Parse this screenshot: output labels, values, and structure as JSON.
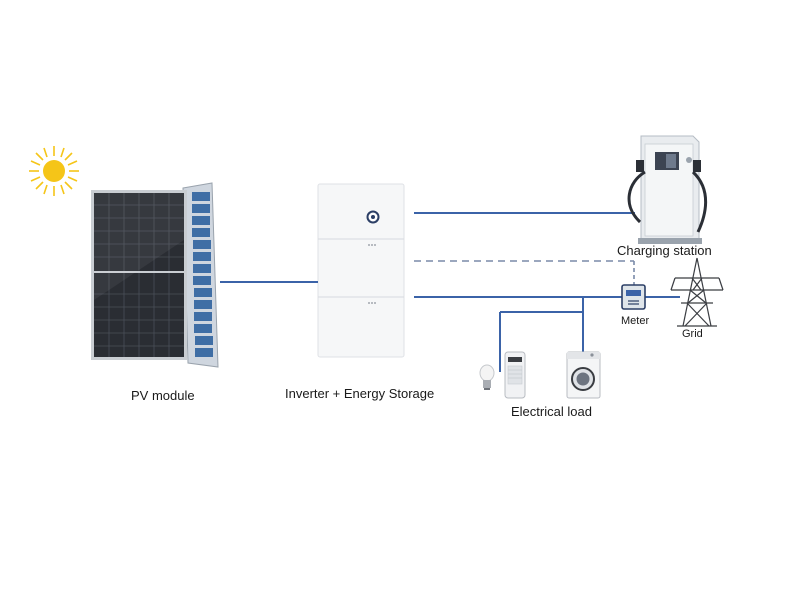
{
  "labels": {
    "pv_module": "PV module",
    "inverter_storage": "Inverter + Energy Storage",
    "charging_station": "Charging station",
    "meter": "Meter",
    "grid": "Grid",
    "electrical_load": "Electrical load"
  },
  "icons": [
    "sun-icon",
    "pv-module-icon",
    "inverter-storage-icon",
    "charging-station-icon",
    "meter-icon",
    "grid-tower-icon",
    "light-bulb-icon",
    "air-cooler-icon",
    "washing-machine-icon"
  ],
  "colors": {
    "line": "#3b63a8",
    "dashed_line": "#7a8aa8",
    "sun": "#f5c518",
    "panel": "#2a2d33"
  }
}
